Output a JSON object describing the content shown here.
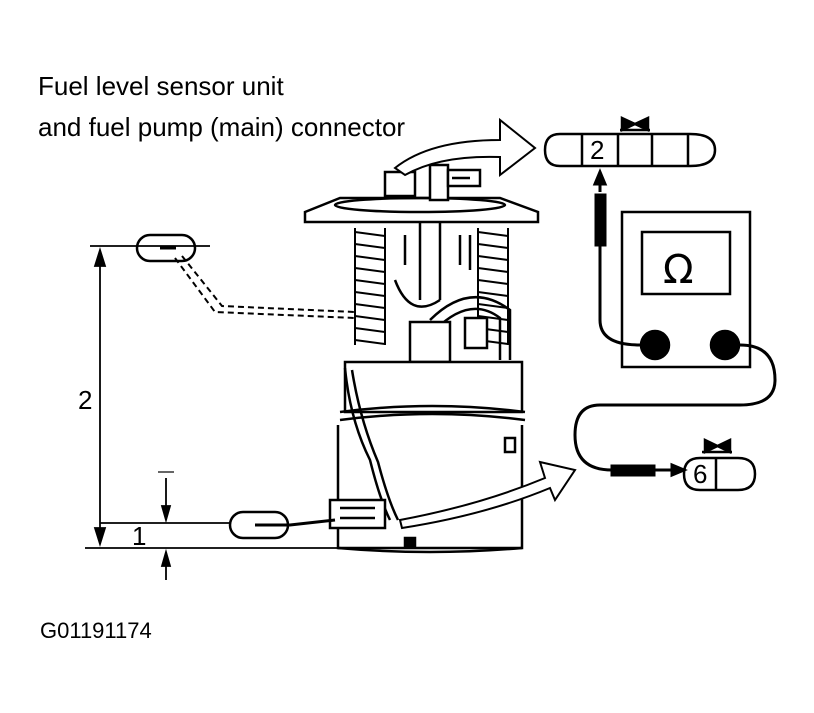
{
  "caption": {
    "line1": "Fuel level sensor unit",
    "line2": "and fuel pump (main) connector"
  },
  "reference_code": "G01191174",
  "dimensions": {
    "upper_label": "2",
    "lower_label": "1"
  },
  "connector_top": {
    "pin_label": "2"
  },
  "connector_bottom": {
    "pin_label": "6"
  },
  "meter": {
    "symbol": "Ω"
  },
  "colors": {
    "ink": "#000000",
    "background": "#ffffff"
  }
}
